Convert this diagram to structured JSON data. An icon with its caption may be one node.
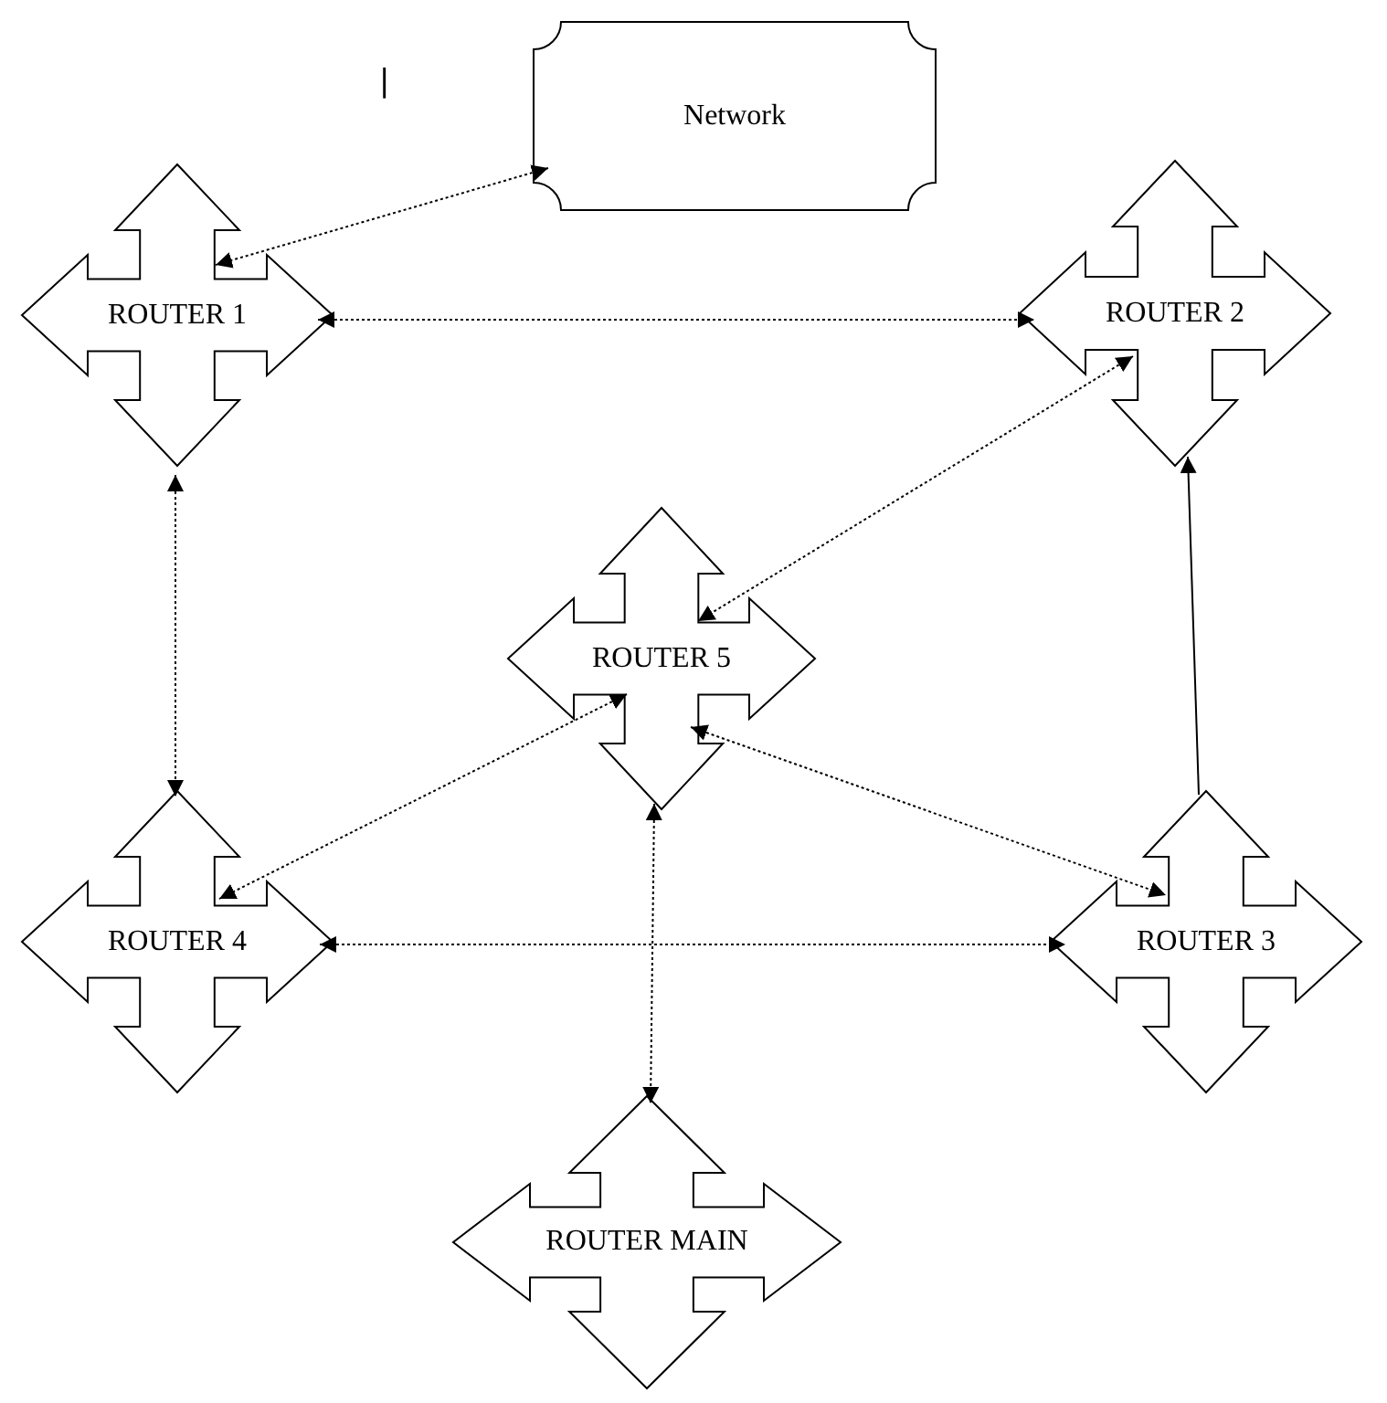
{
  "diagram": {
    "nodes": [
      {
        "text": [
          "Network"
        ]
      },
      {
        "text": [
          "ROUTER 1"
        ]
      },
      {
        "text": [
          "ROUTER 2"
        ]
      },
      {
        "text": [
          "ROUTER 5"
        ]
      },
      {
        "text": [
          "ROUTER 4"
        ]
      },
      {
        "text": [
          "ROUTER 3"
        ]
      },
      {
        "text": [
          "ROUTER MAIN"
        ]
      }
    ],
    "edges": [
      {
        "from": 0,
        "to": 1,
        "arrow": "both",
        "style": "dashed"
      },
      {
        "from": 1,
        "to": 2,
        "arrow": "both",
        "style": "dashed"
      },
      {
        "from": 1,
        "to": 4,
        "arrow": "both",
        "style": "dashed"
      },
      {
        "from": 2,
        "to": 3,
        "arrow": "both",
        "style": "dashed"
      },
      {
        "from": 5,
        "to": 2,
        "arrow": "to"
      },
      {
        "from": 3,
        "to": 4,
        "arrow": "both",
        "style": "dashed"
      },
      {
        "from": 3,
        "to": 5,
        "arrow": "both",
        "style": "dashed"
      },
      {
        "from": 4,
        "to": 5,
        "arrow": "both",
        "style": "dashed"
      },
      {
        "from": 3,
        "to": 6,
        "arrow": "both",
        "style": "dashed"
      }
    ],
    "labels": [
      "|"
    ]
  }
}
